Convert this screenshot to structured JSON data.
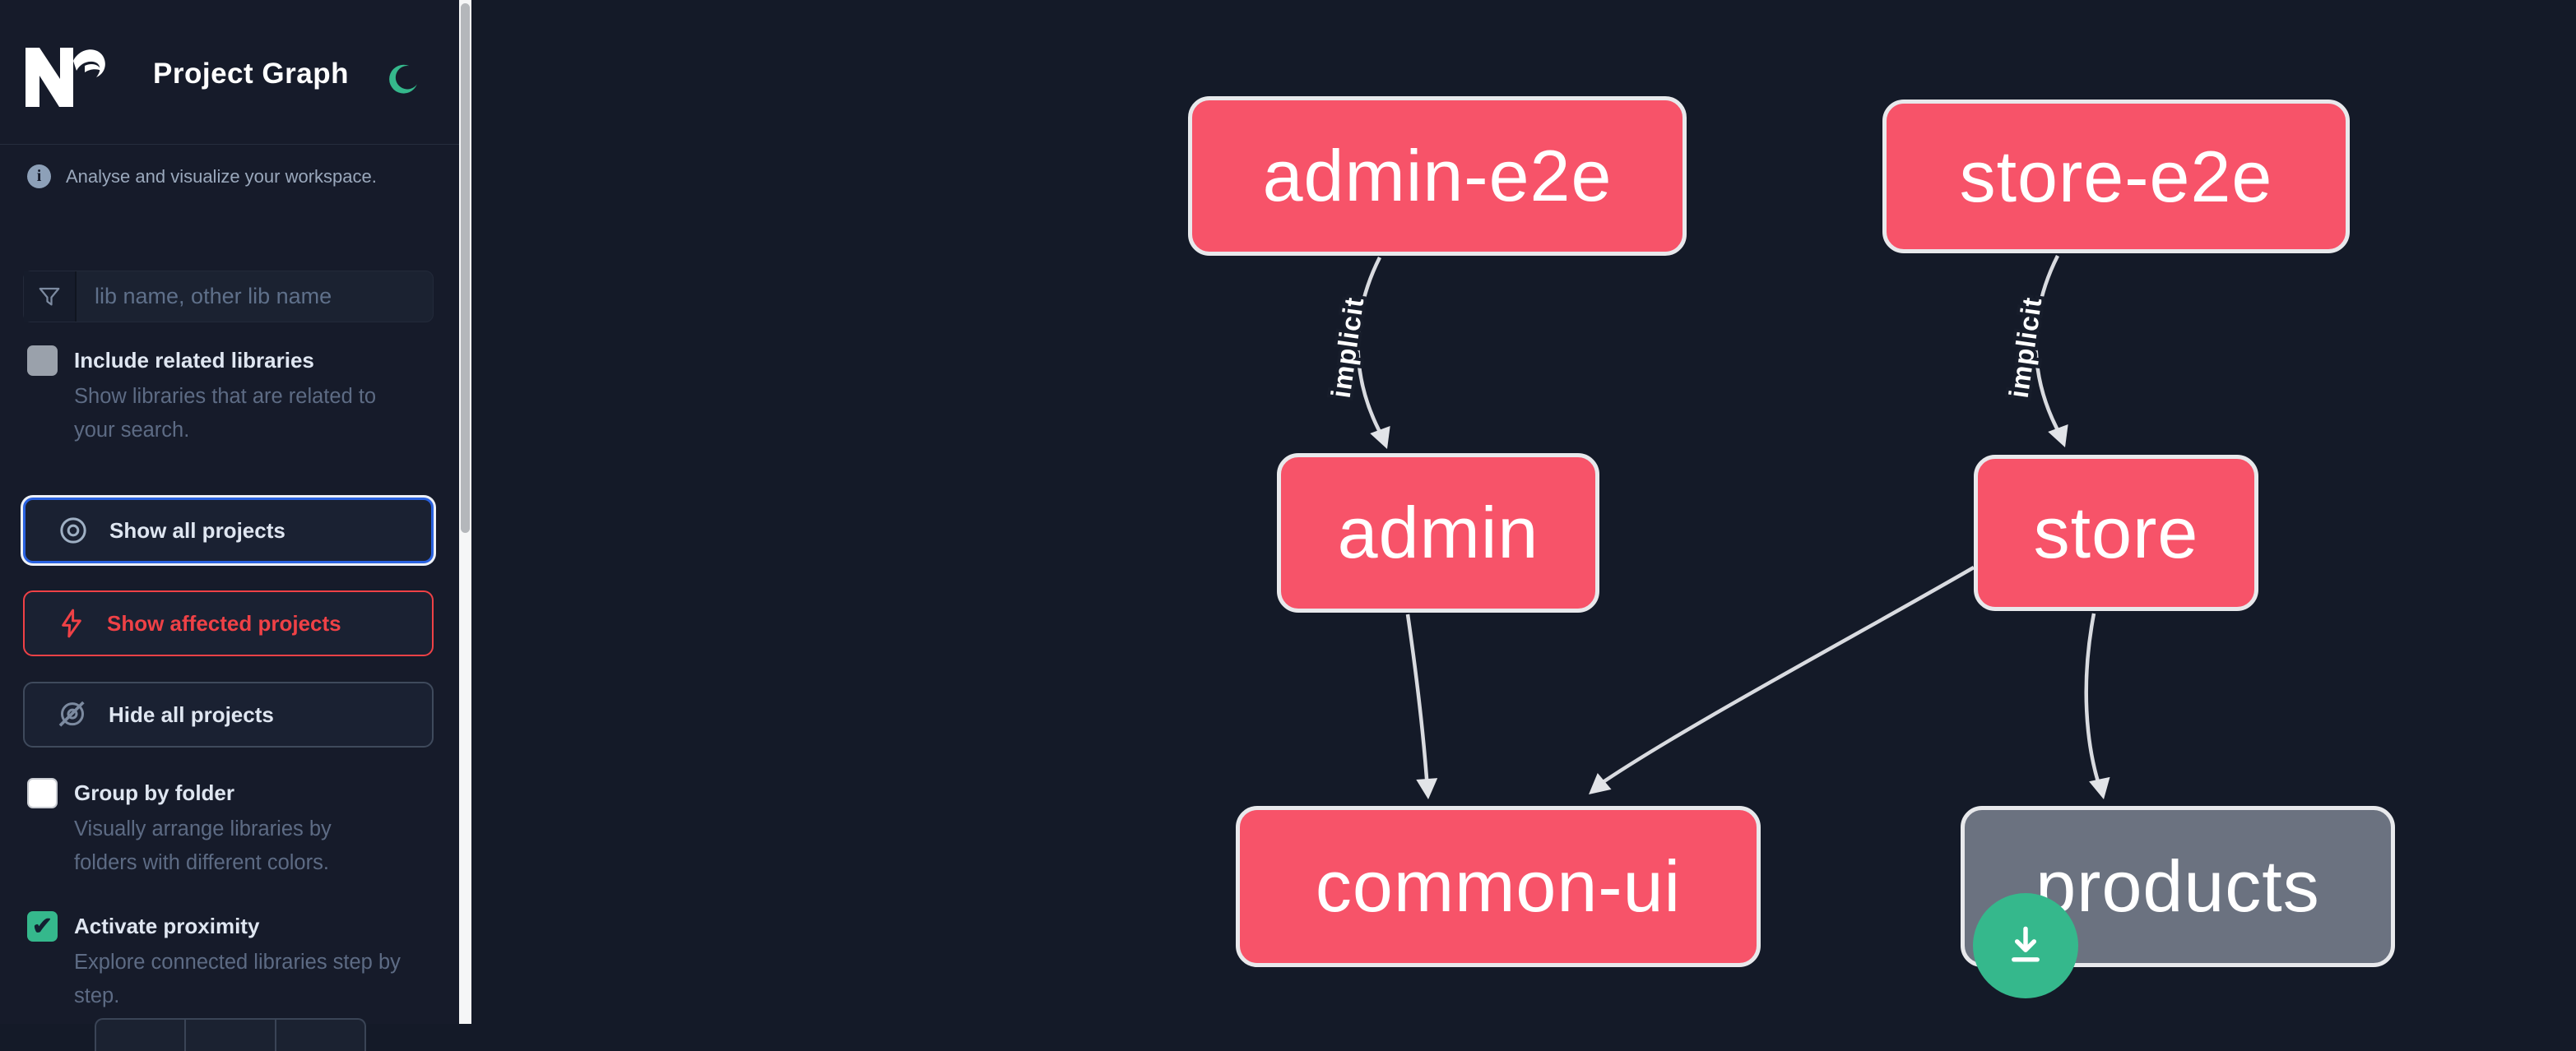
{
  "header": {
    "title": "Project Graph",
    "logo": "nx-logo",
    "theme_toggle": "moon-icon"
  },
  "sidebar": {
    "tagline": "Analyse and visualize your workspace.",
    "search": {
      "placeholder": "lib name, other lib name",
      "icon": "funnel-icon"
    },
    "toggles": [
      {
        "label": "Include related libraries",
        "description": "Show libraries that are related to your search.",
        "checked": false
      },
      {
        "label": "Group by folder",
        "description": "Visually arrange libraries by folders with different colors.",
        "checked": false
      },
      {
        "label": "Activate proximity",
        "description": "Explore connected libraries step by step.",
        "checked": true
      }
    ],
    "actions": [
      {
        "label": "Show all projects",
        "icon": "eye-icon",
        "state": "focused"
      },
      {
        "label": "Show affected projects",
        "icon": "bolt-icon",
        "state": "affected"
      },
      {
        "label": "Hide all projects",
        "icon": "eye-slash-icon",
        "state": "default"
      }
    ],
    "check_glyph": "✔"
  },
  "graph": {
    "nodes": [
      {
        "id": "admin-e2e",
        "label": "admin-e2e",
        "kind": "app"
      },
      {
        "id": "store-e2e",
        "label": "store-e2e",
        "kind": "app"
      },
      {
        "id": "admin",
        "label": "admin",
        "kind": "app"
      },
      {
        "id": "store",
        "label": "store",
        "kind": "app"
      },
      {
        "id": "common-ui",
        "label": "common-ui",
        "kind": "app"
      },
      {
        "id": "products",
        "label": "products",
        "kind": "unfocused"
      }
    ],
    "edges": [
      {
        "source": "admin-e2e",
        "target": "admin",
        "label": "implicit"
      },
      {
        "source": "store-e2e",
        "target": "store",
        "label": "implicit"
      },
      {
        "source": "admin",
        "target": "common-ui",
        "label": ""
      },
      {
        "source": "store",
        "target": "common-ui",
        "label": ""
      },
      {
        "source": "store",
        "target": "products",
        "label": ""
      }
    ]
  },
  "fab": {
    "icon": "download-icon"
  },
  "colors": {
    "app_node_pink": "#f75369",
    "unfocused_node_gray": "#6b7280",
    "node_border": "#e8e9ec",
    "edge_gray": "#d9dbe0",
    "accent_green": "#35b88c",
    "focus_blue": "#2a62e0",
    "affected_red": "#ef4146",
    "background": "#141a28"
  }
}
